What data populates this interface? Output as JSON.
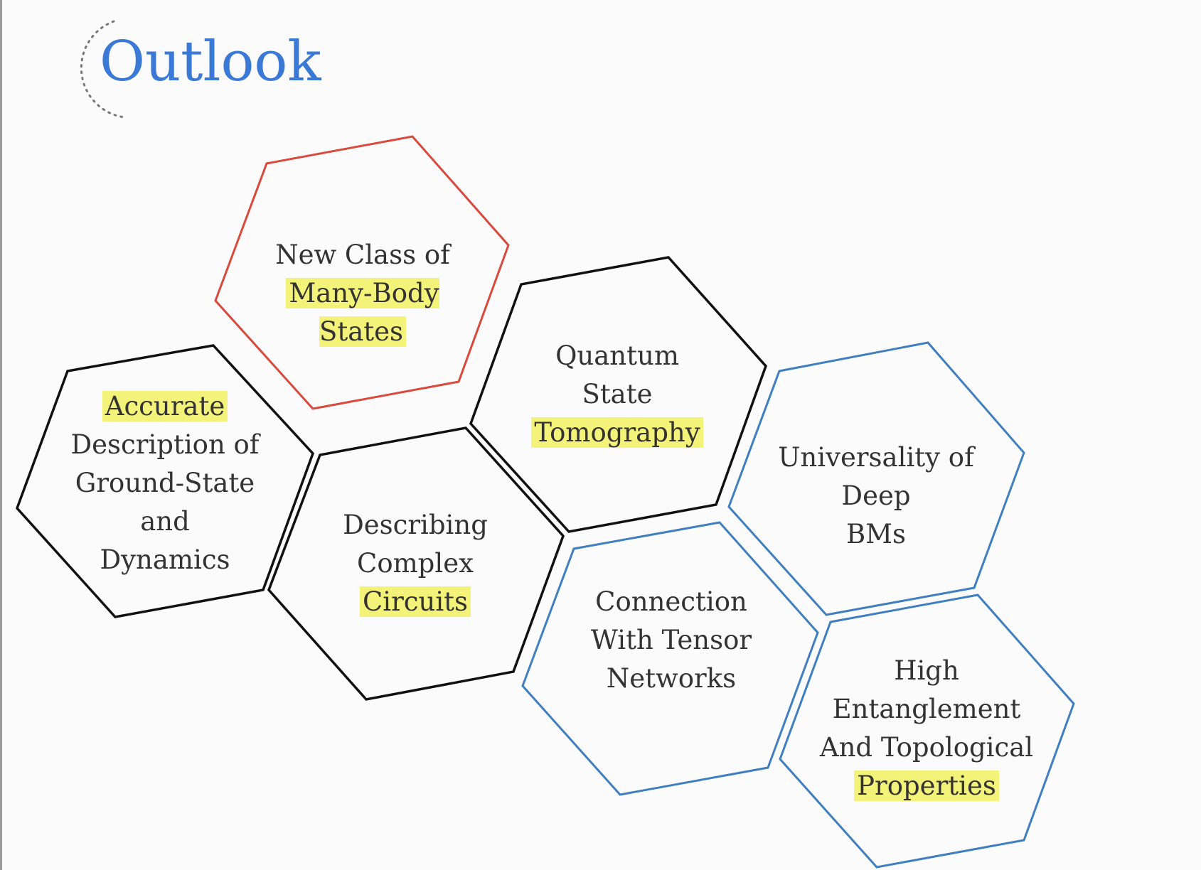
{
  "title": "Outlook",
  "colors": {
    "title": "#3a7ad6",
    "highlight": "#f3f37a",
    "red": "#d9493c",
    "black": "#111111",
    "blue": "#3f7fc0"
  },
  "hexagons": [
    {
      "id": "many-body",
      "color": "red",
      "lines": [
        {
          "text": "New Class of",
          "highlight": false
        },
        {
          "text": "Many-Body States",
          "highlight": true
        }
      ]
    },
    {
      "id": "accurate",
      "color": "black",
      "lines": [
        {
          "text": "Accurate",
          "highlight": true
        },
        {
          "text": "Description of",
          "highlight": false
        },
        {
          "text": "Ground-State",
          "highlight": false
        },
        {
          "text": "and",
          "highlight": false
        },
        {
          "text": "Dynamics",
          "highlight": false
        }
      ]
    },
    {
      "id": "circuits",
      "color": "black",
      "lines": [
        {
          "text": "Describing",
          "highlight": false
        },
        {
          "text": "Complex",
          "highlight": false
        },
        {
          "text": "Circuits",
          "highlight": true
        }
      ]
    },
    {
      "id": "tomography",
      "color": "black",
      "lines": [
        {
          "text": "Quantum",
          "highlight": false
        },
        {
          "text": "State",
          "highlight": false
        },
        {
          "text": "Tomography",
          "highlight": true
        }
      ]
    },
    {
      "id": "universality",
      "color": "blue",
      "lines": [
        {
          "text": "Universality of",
          "highlight": false
        },
        {
          "text": "Deep",
          "highlight": false
        },
        {
          "text": "BMs",
          "highlight": false
        }
      ]
    },
    {
      "id": "tensor",
      "color": "blue",
      "lines": [
        {
          "text": "Connection",
          "highlight": false
        },
        {
          "text": "With Tensor",
          "highlight": false
        },
        {
          "text": "Networks",
          "highlight": false
        }
      ]
    },
    {
      "id": "entanglement",
      "color": "blue",
      "lines": [
        {
          "text": "High",
          "highlight": false
        },
        {
          "text": "Entanglement",
          "highlight": false
        },
        {
          "text": "And Topological",
          "highlight": false
        },
        {
          "text": "Properties",
          "highlight": true
        }
      ]
    }
  ]
}
